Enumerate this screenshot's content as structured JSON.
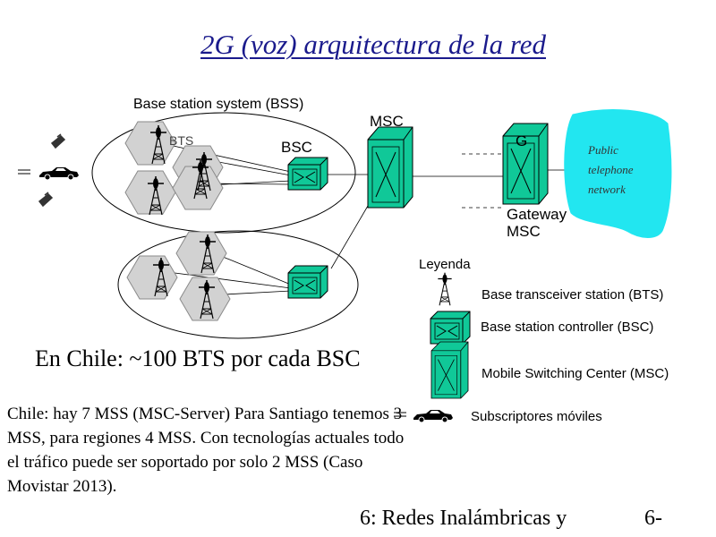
{
  "slide": {
    "title": "2G (voz) arquitectura de la red",
    "footer_title": "6: Redes Inalámbricas y",
    "footer_page": "6-"
  },
  "diagram": {
    "bss_label": "Base station system (BSS)",
    "bts_label": "BTS",
    "bsc_label": "BSC",
    "msc_label": "MSC",
    "gateway_letter": "G",
    "gateway_label_1": "Gateway",
    "gateway_label_2": "MSC",
    "pstn_line_1": "Public",
    "pstn_line_2": "telephone",
    "pstn_line_3": "network"
  },
  "legend": {
    "title": "Leyenda",
    "items": [
      {
        "icon": "bts-tower-icon",
        "label": "Base transceiver station (BTS)"
      },
      {
        "icon": "bsc-box-icon",
        "label": "Base station controller (BSC)"
      },
      {
        "icon": "msc-box-icon",
        "label": "Mobile Switching Center (MSC)"
      },
      {
        "icon": "car-icon",
        "label": "Subscriptores móviles"
      }
    ]
  },
  "notes": {
    "bsc_count": "En Chile: ~100 BTS por cada BSC",
    "chile_text": "Chile: hay 7 MSS (MSC-Server) Para Santiago tenemos 3 MSS, para regiones 4 MSS.  Con tecnologías actuales todo el tráfico puede ser soportado por solo 2 MSS (Caso Movistar 2013)."
  },
  "colors": {
    "equipment": "#10c898",
    "cell": "#d2d2d2",
    "pstn": "#22e6f0",
    "title": "#1a1a8c"
  }
}
